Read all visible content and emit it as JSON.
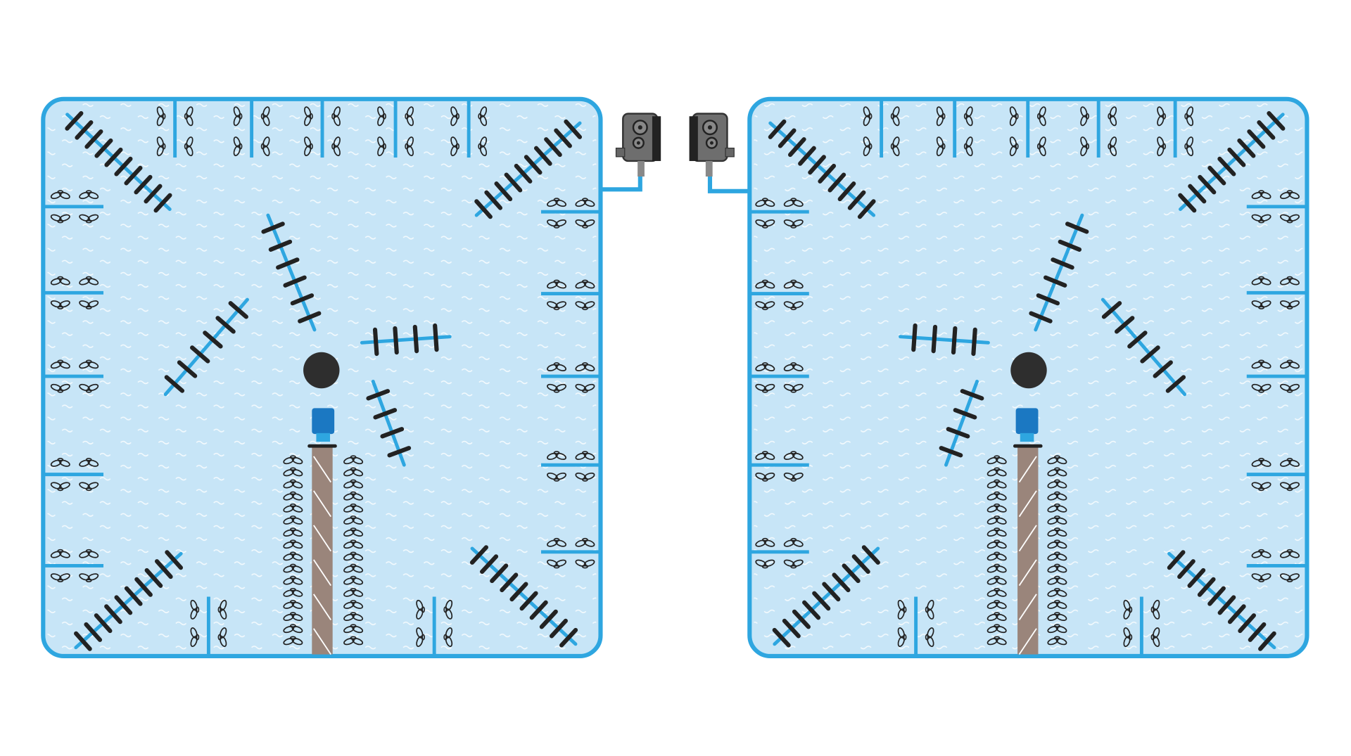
{
  "diagram": {
    "ponds": [
      {
        "id": "left-pond",
        "mirrored": false
      },
      {
        "id": "right-pond",
        "mirrored": true
      }
    ],
    "cameras": [
      {
        "id": "left-camera",
        "icon": "camera-icon"
      },
      {
        "id": "right-camera",
        "icon": "camera-icon"
      }
    ]
  },
  "colors": {
    "water": "#c7e5f7",
    "border": "#2ea6e0",
    "dock_bar": "#222222",
    "pier": "#9a857b",
    "bucket": "#1b78c2",
    "buoy": "#2e2e2e",
    "camera": "#6e6e6e"
  }
}
